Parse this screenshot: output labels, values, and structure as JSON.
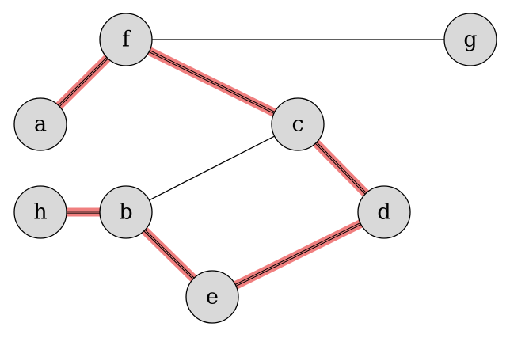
{
  "graph": {
    "nodes": [
      {
        "id": "f",
        "label": "f"
      },
      {
        "id": "g",
        "label": "g"
      },
      {
        "id": "a",
        "label": "a"
      },
      {
        "id": "c",
        "label": "c"
      },
      {
        "id": "h",
        "label": "h"
      },
      {
        "id": "b",
        "label": "b"
      },
      {
        "id": "d",
        "label": "d"
      },
      {
        "id": "e",
        "label": "e"
      }
    ],
    "edges": [
      {
        "from": "f",
        "to": "g",
        "highlighted": false
      },
      {
        "from": "c",
        "to": "b",
        "highlighted": false
      },
      {
        "from": "a",
        "to": "f",
        "highlighted": true
      },
      {
        "from": "f",
        "to": "c",
        "highlighted": true
      },
      {
        "from": "c",
        "to": "d",
        "highlighted": true
      },
      {
        "from": "h",
        "to": "b",
        "highlighted": true
      },
      {
        "from": "b",
        "to": "e",
        "highlighted": true
      },
      {
        "from": "e",
        "to": "d",
        "highlighted": true
      }
    ]
  },
  "colors": {
    "node_fill": "#d9d9d9",
    "node_stroke": "#000000",
    "highlight": "#f07f7f",
    "edge": "#000000"
  }
}
